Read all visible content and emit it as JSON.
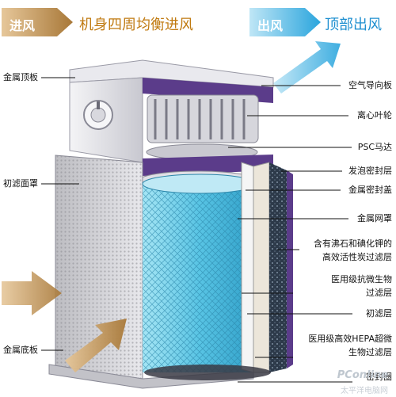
{
  "header": {
    "intake_tag": "进风",
    "intake_title": "机身四周均衡进风",
    "outlet_tag": "出风",
    "outlet_title": "顶部出风"
  },
  "labels_left": [
    "金属顶板",
    "初滤面罩",
    "金属底板"
  ],
  "labels_right": [
    "空气导向板",
    "离心叶轮",
    "PSC马达",
    "发泡密封层",
    "金属密封盖",
    "金属网罩",
    "含有沸石和碘化钾的",
    "高效活性炭过滤层",
    "医用级抗微生物",
    "过滤层",
    "初滤层",
    "医用级高效HEPA超微",
    "生物过滤层",
    "密封圈"
  ],
  "watermark": {
    "brand": "PConline",
    "sub": "太平洋电脑网"
  },
  "colors": {
    "intake_arrow": "#b8894a",
    "outlet_arrow": "#2aa5dd",
    "housing": "#d8d8dc",
    "frame_purple": "#5b3c8a",
    "filter_blue": "#6fd0ea"
  }
}
